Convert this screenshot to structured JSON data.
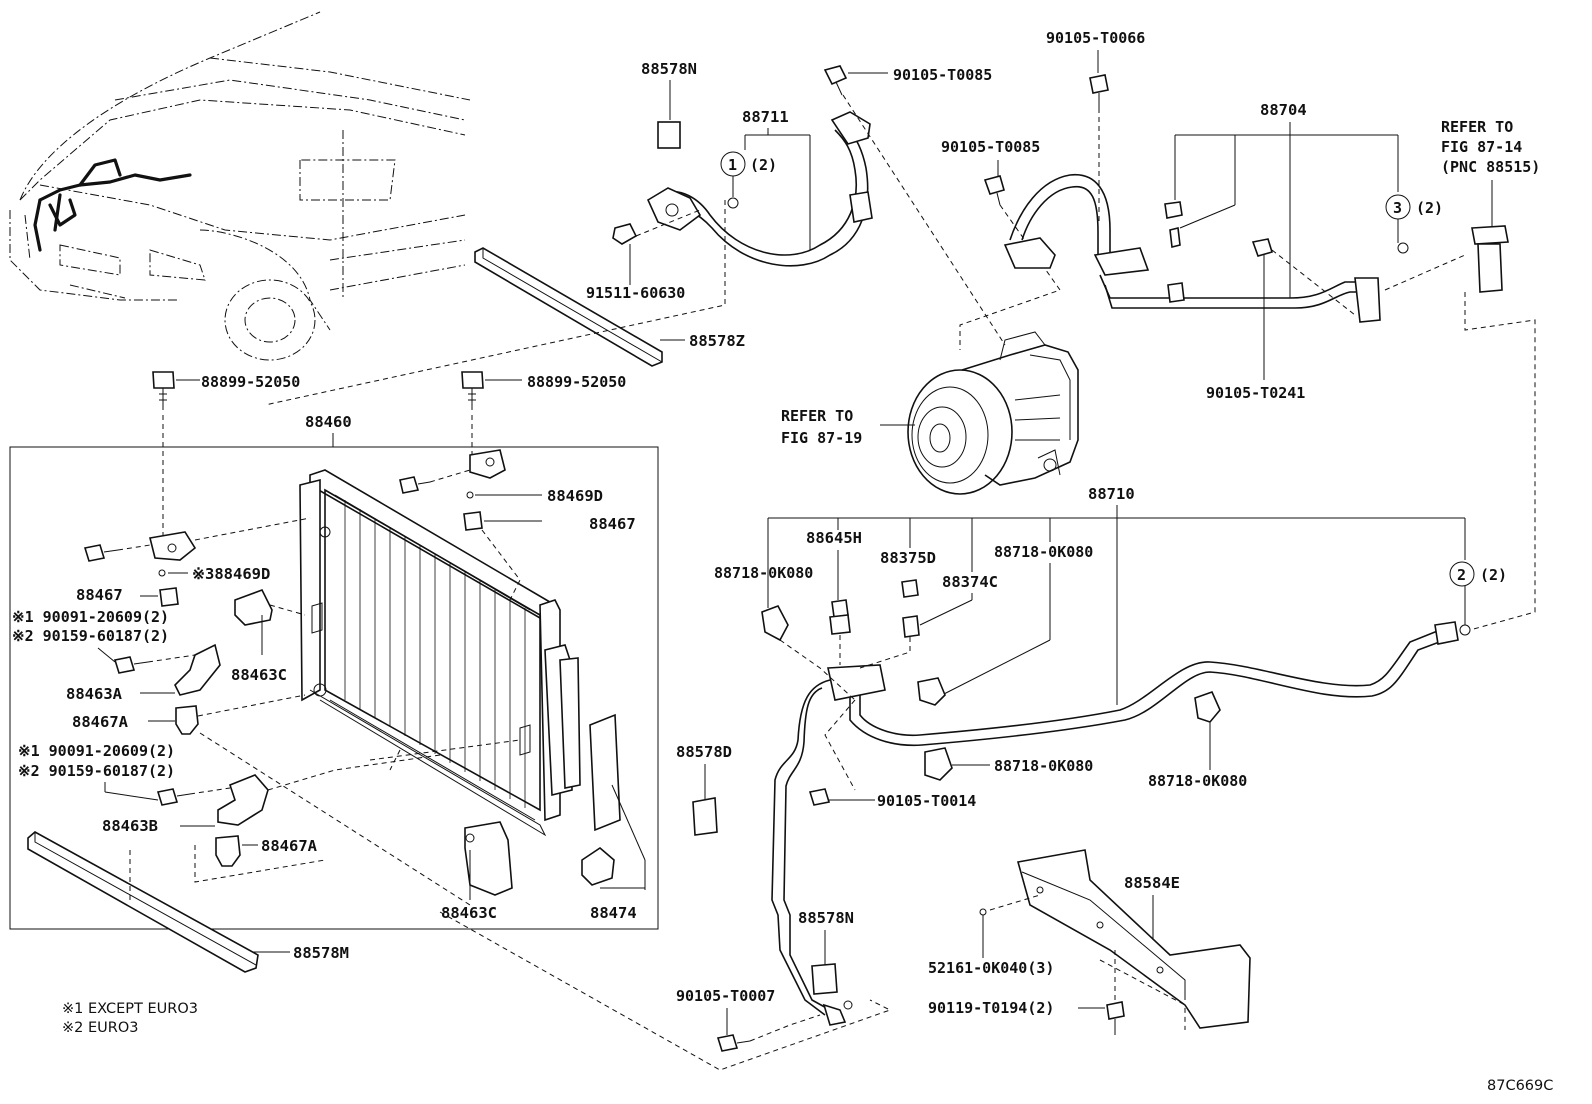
{
  "diagram_id": "87C669C",
  "notes": {
    "note1": "※1 EXCEPT EURO3",
    "note2": "※2 EURO3"
  },
  "refer": {
    "fig_87_19_line1": "REFER TO",
    "fig_87_19_line2": "FIG 87-19",
    "fig_87_14_line1": "REFER TO",
    "fig_87_14_line2": "FIG 87-14",
    "fig_87_14_line3": "(PNC 88515)"
  },
  "callouts": {
    "c1": "1",
    "c1_qty": "(2)",
    "c2": "2",
    "c2_qty": "(2)",
    "c3": "3",
    "c3_qty": "(2)"
  },
  "labels": {
    "p88578N_top": "88578N",
    "p88711": "88711",
    "p91511_60630": "91511-60630",
    "p88578Z": "88578Z",
    "p90105_T0085_top": "90105-T0085",
    "p90105_T0066": "90105-T0066",
    "p90105_T0085_mid": "90105-T0085",
    "p88704": "88704",
    "p90105_T0241": "90105-T0241",
    "p88899_52050_left": "88899-52050",
    "p88899_52050_right": "88899-52050",
    "p88460": "88460",
    "p88469D_right": "88469D",
    "p88467_right": "88467",
    "p88469D_left": "※388469D",
    "p88467_left": "88467",
    "p90091_20609_a": "※1 90091-20609(2)",
    "p90159_60187_a": "※2 90159-60187(2)",
    "p88463C_mid": "88463C",
    "p88463A": "88463A",
    "p88467A_top": "88467A",
    "p90091_20609_b": "※1 90091-20609(2)",
    "p90159_60187_b": "※2 90159-60187(2)",
    "p88463B": "88463B",
    "p88467A_bottom": "88467A",
    "p88463C_bottom": "88463C",
    "p88474": "88474",
    "p88578M": "88578M",
    "p88710": "88710",
    "p88645H": "88645H",
    "p88375D": "88375D",
    "p88718_0K080_a": "88718-0K080",
    "p88718_0K080_b": "88718-0K080",
    "p88374C": "88374C",
    "p88718_0K080_c": "88718-0K080",
    "p88718_0K080_d": "88718-0K080",
    "p88578D": "88578D",
    "p90105_T0014": "90105-T0014",
    "p88578N_bottom": "88578N",
    "p90105_T0007": "90105-T0007",
    "p88584E": "88584E",
    "p52161_0K040": "52161-0K040(3)",
    "p90119_T0194": "90119-T0194(2)"
  }
}
